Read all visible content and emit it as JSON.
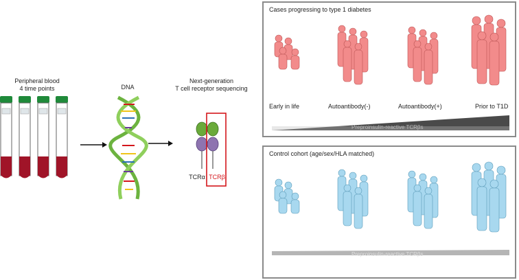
{
  "blood": {
    "line1": "Peripheral blood",
    "line2": "4 time points",
    "tube_cap_color": "#1f8a3a",
    "blood_color": "#a01428"
  },
  "dna": {
    "label": "DNA"
  },
  "sequencing": {
    "line1": "Next-generation",
    "line2": "T cell receptor sequencing",
    "tcr_alpha": "TCRα",
    "tcr_beta": "TCRβ",
    "highlight_color": "#d4161b"
  },
  "cases_panel": {
    "title": "Cases progressing to type 1 diabetes",
    "figure_color": "#f28b8b",
    "stages": [
      "Early in life",
      "Autoantibody(-)",
      "Autoantibody(+)",
      "Prior to T1D"
    ],
    "bar_label": "Preproinsulin-reactive TCRβs"
  },
  "control_panel": {
    "title": "Control cohort (age/sex/HLA matched)",
    "figure_color": "#a8d8ef",
    "bar_label": "Preproinsulin-reactive TCRβs"
  }
}
